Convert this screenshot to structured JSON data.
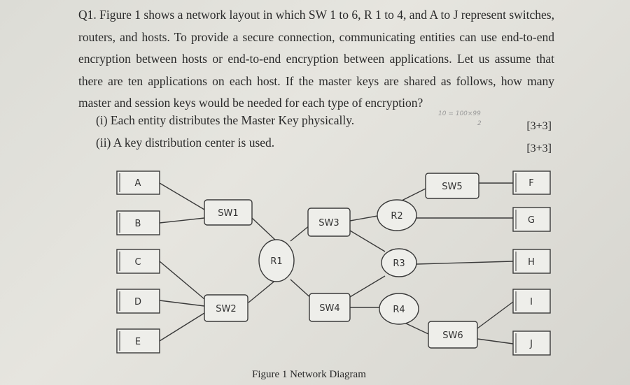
{
  "question": {
    "text": "Q1. Figure 1 shows a network layout in which SW 1 to 6, R 1 to 4, and A to J represent switches, routers, and hosts. To provide a secure connection, communicating entities can use end-to-end encryption between hosts or end-to-end encryption between applications. Let us assume that there are ten applications on each host. If the master keys are shared as follows, how many master and session keys would be needed for each type of encryption?",
    "sub1": "(i) Each entity distributes the Master Key physically.",
    "sub2": "(ii) A key distribution center is used.",
    "marks1": "[3+3]",
    "marks2": "[3+3]"
  },
  "notes": {
    "n1": "10 = 100×99",
    "n2": "2"
  },
  "diagram": {
    "hosts": [
      "A",
      "B",
      "C",
      "D",
      "E",
      "F",
      "G",
      "H",
      "I",
      "J"
    ],
    "switches": [
      "SW1",
      "SW2",
      "SW3",
      "SW4",
      "SW5",
      "SW6"
    ],
    "routers": [
      "R1",
      "R2",
      "R3",
      "R4"
    ],
    "caption": "Figure 1 Network Diagram"
  }
}
